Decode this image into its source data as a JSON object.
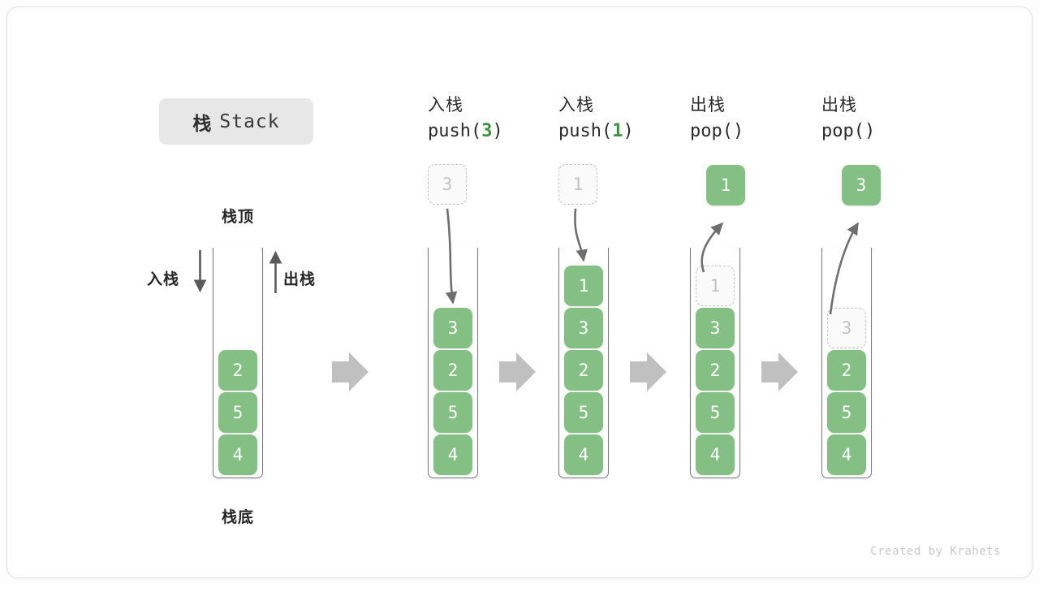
{
  "footer": {
    "credit": "Created by Krahets"
  },
  "title": {
    "cn": "栈",
    "en": "Stack"
  },
  "labels": {
    "top": "栈顶",
    "bottom": "栈底",
    "push_side": "入栈",
    "pop_side": "出栈"
  },
  "colors": {
    "cell_fill": "#84bf84",
    "cell_text": "#ffffff",
    "ghost_fill": "#fafafa",
    "ghost_border": "#c4c4c4",
    "ghost_text": "#c2c2c2",
    "accent_green": "#3f9142",
    "arrow_gray": "#7c7c7c",
    "chevron_gray": "#c0c0c0",
    "badge_bg": "#e7e7e7"
  },
  "columns": [
    {
      "id": "initial",
      "head_cn": "",
      "head_code_prefix": "",
      "head_code_num": "",
      "head_code_suffix": "",
      "cells": [
        {
          "value": "2",
          "state": "filled"
        },
        {
          "value": "5",
          "state": "filled"
        },
        {
          "value": "4",
          "state": "filled"
        }
      ],
      "float_cell": null
    },
    {
      "id": "push-3",
      "head_cn": "入栈",
      "head_code_prefix": "push(",
      "head_code_num": "3",
      "head_code_suffix": ")",
      "cells": [
        {
          "value": "3",
          "state": "filled"
        },
        {
          "value": "2",
          "state": "filled"
        },
        {
          "value": "5",
          "state": "filled"
        },
        {
          "value": "4",
          "state": "filled"
        }
      ],
      "float_cell": {
        "value": "3",
        "state": "ghost"
      }
    },
    {
      "id": "push-1",
      "head_cn": "入栈",
      "head_code_prefix": "push(",
      "head_code_num": "1",
      "head_code_suffix": ")",
      "cells": [
        {
          "value": "1",
          "state": "filled"
        },
        {
          "value": "3",
          "state": "filled"
        },
        {
          "value": "2",
          "state": "filled"
        },
        {
          "value": "5",
          "state": "filled"
        },
        {
          "value": "4",
          "state": "filled"
        }
      ],
      "float_cell": {
        "value": "1",
        "state": "ghost"
      }
    },
    {
      "id": "pop-1",
      "head_cn": "出栈",
      "head_code_prefix": "pop(",
      "head_code_num": "",
      "head_code_suffix": ")",
      "cells": [
        {
          "value": "1",
          "state": "ghost"
        },
        {
          "value": "3",
          "state": "filled"
        },
        {
          "value": "2",
          "state": "filled"
        },
        {
          "value": "5",
          "state": "filled"
        },
        {
          "value": "4",
          "state": "filled"
        }
      ],
      "float_cell": {
        "value": "1",
        "state": "filled"
      }
    },
    {
      "id": "pop-3",
      "head_cn": "出栈",
      "head_code_prefix": "pop(",
      "head_code_num": "",
      "head_code_suffix": ")",
      "cells": [
        {
          "value": "3",
          "state": "ghost"
        },
        {
          "value": "2",
          "state": "filled"
        },
        {
          "value": "5",
          "state": "filled"
        },
        {
          "value": "4",
          "state": "filled"
        }
      ],
      "float_cell": {
        "value": "3",
        "state": "filled"
      }
    }
  ]
}
